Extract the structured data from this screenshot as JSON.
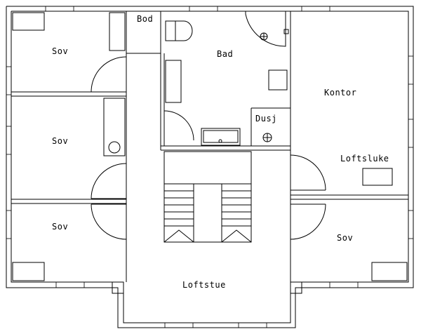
{
  "rooms": {
    "bod": "Bod",
    "bad": "Bad",
    "dusj": "Dusj",
    "kontor": "Kontor",
    "loftsluke": "Loftsluke",
    "sov_1": "Sov",
    "sov_2": "Sov",
    "sov_3": "Sov",
    "sov_4": "Sov",
    "loftstue": "Loftstue"
  },
  "colors": {
    "line": "#000000",
    "background": "#ffffff"
  }
}
